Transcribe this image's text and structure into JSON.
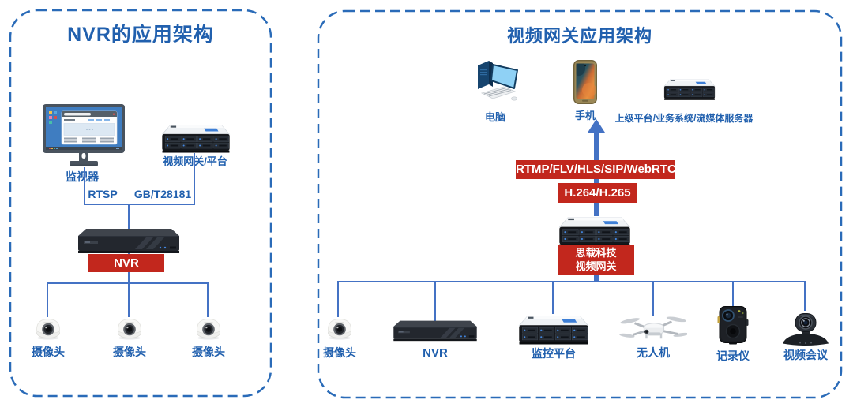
{
  "colors": {
    "accent_blue": "#2160AE",
    "connector_blue": "#4472C4",
    "banner_red": "#C2271D",
    "border_blue": "#2A6BB8"
  },
  "left_panel": {
    "title": "NVR的应用架构",
    "monitor_label": "监视器",
    "gateway_label": "视频网关/平台",
    "protocol_rtsp": "RTSP",
    "protocol_gbt": "GB/T28181",
    "nvr_badge": "NVR",
    "cameras": [
      "摄像头",
      "摄像头",
      "摄像头"
    ]
  },
  "right_panel": {
    "title": "视频网关应用架构",
    "pc_label": "电脑",
    "phone_label": "手机",
    "upper_platform_label": "上级平台/业务系统/流媒体服务器",
    "protocol_banner": "RTMP/FLV/HLS/SIP/WebRTC",
    "codec_banner": "H.264/H.265",
    "gateway_badge": {
      "line1": "思载科技",
      "line2": "视频网关"
    },
    "devices": [
      {
        "label": "摄像头"
      },
      {
        "label": "NVR"
      },
      {
        "label": "监控平台"
      },
      {
        "label": "无人机"
      },
      {
        "label": "记录仪"
      },
      {
        "label": "视频会议"
      }
    ]
  }
}
